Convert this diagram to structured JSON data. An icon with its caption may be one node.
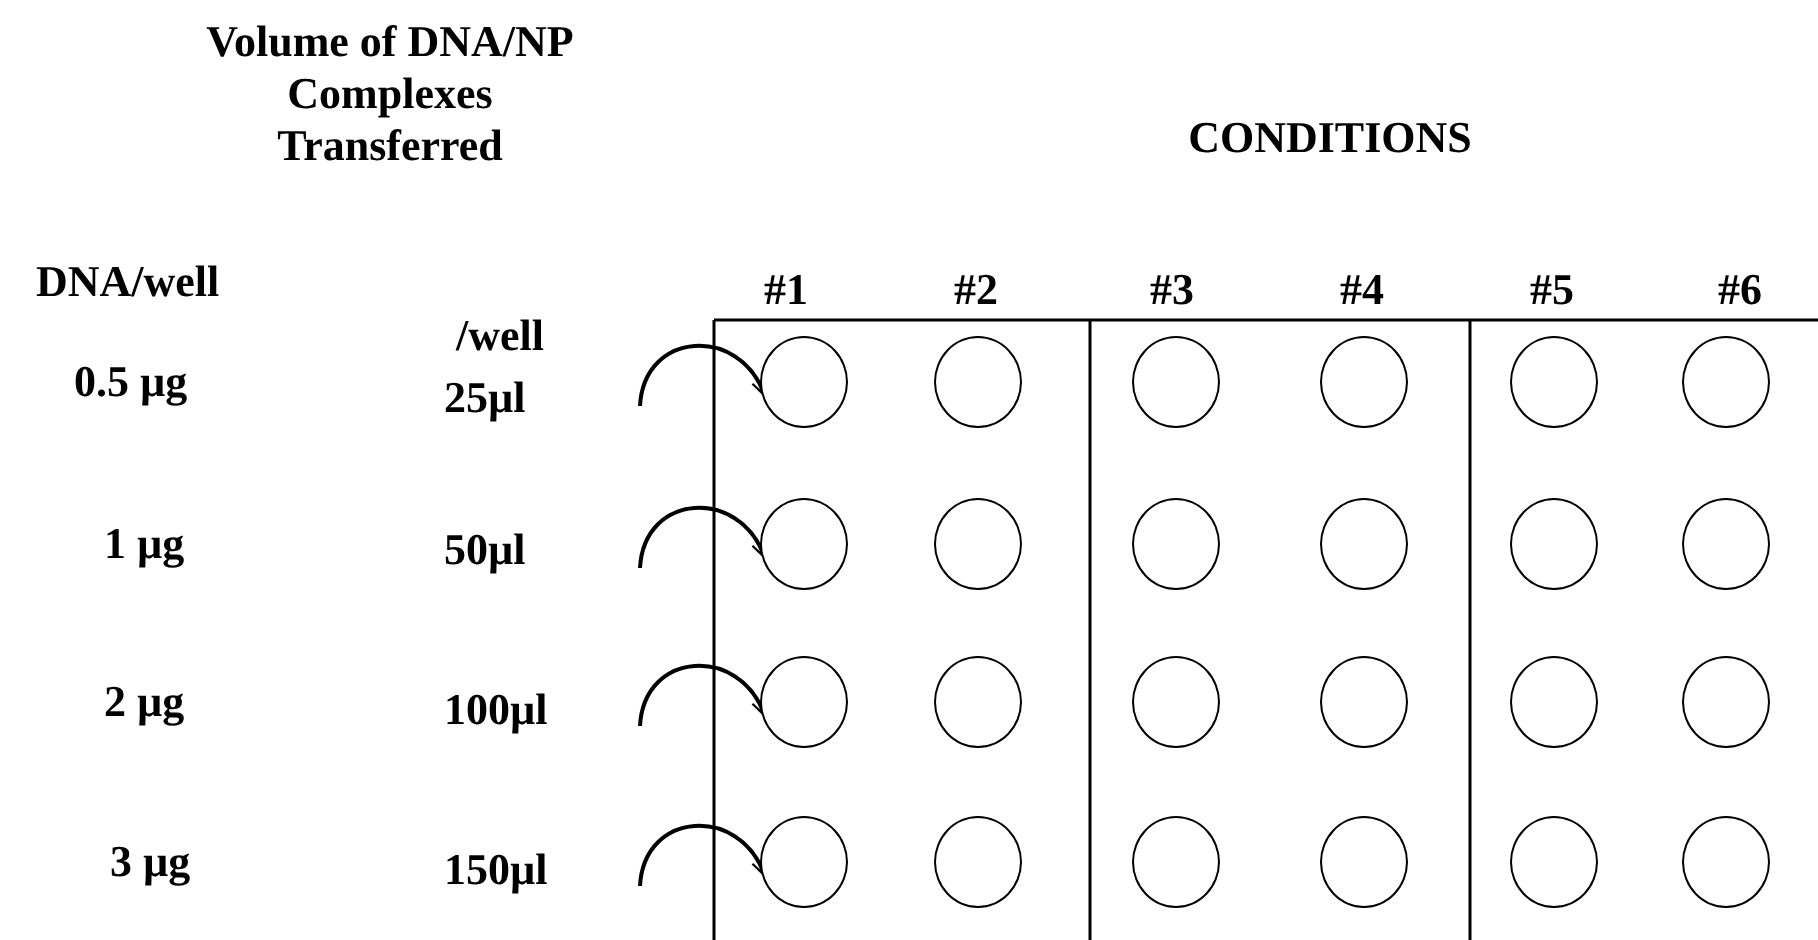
{
  "diagram": {
    "nodes": [
      {
        "text": [],
        "shape": "circle"
      },
      {
        "text": [],
        "shape": "circle"
      },
      {
        "text": [],
        "shape": "circle"
      },
      {
        "text": [],
        "shape": "circle"
      },
      {
        "text": [],
        "shape": "circle"
      },
      {
        "text": [],
        "shape": "circle"
      },
      {
        "text": [],
        "shape": "circle"
      },
      {
        "text": [],
        "shape": "circle"
      },
      {
        "text": [],
        "shape": "circle"
      },
      {
        "text": [],
        "shape": "circle"
      },
      {
        "text": [],
        "shape": "circle"
      },
      {
        "text": [],
        "shape": "circle"
      },
      {
        "text": [],
        "shape": "circle"
      },
      {
        "text": [],
        "shape": "circle"
      },
      {
        "text": [],
        "shape": "circle"
      },
      {
        "text": [],
        "shape": "circle"
      },
      {
        "text": [],
        "shape": "circle"
      },
      {
        "text": [],
        "shape": "circle"
      },
      {
        "text": [],
        "shape": "circle"
      },
      {
        "text": [],
        "shape": "circle"
      },
      {
        "text": [],
        "shape": "circle"
      },
      {
        "text": [],
        "shape": "circle"
      },
      {
        "text": [],
        "shape": "circle"
      },
      {
        "text": [],
        "shape": "circle"
      }
    ],
    "edges": [
      {
        "from": null,
        "to": 0,
        "arrow": "to"
      },
      {
        "from": null,
        "to": 6,
        "arrow": "to"
      },
      {
        "from": null,
        "to": 12,
        "arrow": "to"
      },
      {
        "from": null,
        "to": 18,
        "arrow": "to"
      }
    ],
    "labels": [
      "Volume of DNA/NP Complexes Transferred",
      "CONDITIONS",
      "DNA/well",
      "/well",
      "#1",
      "#2",
      "#3",
      "#4",
      "#5",
      "#6",
      "0.5 µg",
      "25µl",
      "1 µg",
      "50µl",
      "2 µg",
      "100µl",
      "3 µg",
      "150µl"
    ]
  }
}
